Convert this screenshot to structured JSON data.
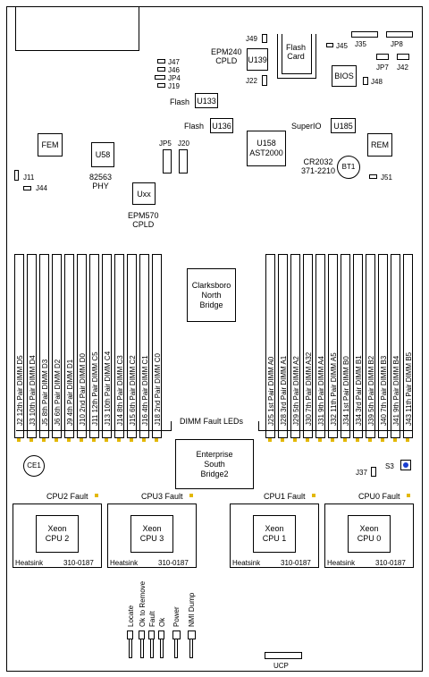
{
  "board": {
    "labels": {
      "j49": "J49",
      "flash_card": "Flash\nCard",
      "j45": "J45",
      "j35": "J35",
      "jp8": "JP8",
      "epm240": "EPM240\nCPLD",
      "u139": "U139",
      "jp7": "JP7",
      "j42": "J42",
      "j47": "J47",
      "j46": "J46",
      "jp4": "JP4",
      "j19": "J19",
      "j22": "J22",
      "bios": "BIOS",
      "j48": "J48",
      "flash1": "Flash",
      "u133": "U133",
      "flash2": "Flash",
      "u136": "U136",
      "superio": "SuperIO",
      "u185": "U185",
      "fem": "FEM",
      "u58": "U58",
      "phy": "82563\nPHY",
      "jp5": "JP5",
      "j20": "J20",
      "u158": "U158\nAST2000",
      "rem": "REM",
      "cr2032": "CR2032\n371-2210",
      "bt1": "BT1",
      "j51": "J51",
      "j11": "J11",
      "j44": "J44",
      "uxx": "Uxx",
      "epm570": "EPM570\nCPLD",
      "north_bridge": "Clarksboro\nNorth\nBridge",
      "dimm_fault_leds": "DIMM Fault LEDs",
      "south_bridge": "Enterprise\nSouth\nBridge2",
      "ce1": "CE1",
      "j37": "J37",
      "s3": "S3",
      "ucp": "UCP"
    },
    "dimms_left": [
      "J2  12th Pair  DIMM D5",
      "J3  10th Pair  DIMM D4",
      "J5  8th Pair  DIMM D3",
      "J6  6th Pair  DIMM D2",
      "J9  4th Pair  DIMM D1",
      "J10  2nd Pair  DIMM D0",
      "J11  12th Pair  DIMM C5",
      "J13  10th Pair  DIMM C4",
      "J14  8th Pair  DIMM C3",
      "J15  6th Pair  DIMM C2",
      "J16  4th Pair  DIMM C1",
      "J18  2nd Pair  DIMM C0"
    ],
    "dimms_right": [
      "J25  1st Pair  DIMM A0",
      "J28  3rd Pair  DIMM A1",
      "J29  5th Pair  DIMM A2",
      "J30  7th Pair  DIMM A32",
      "J31  9th Pair  DIMM A4",
      "J32  11th Pair  DIMM A5",
      "J34  1st Pair  DIMM B0",
      "J34  3rd Pair  DIMM B1",
      "J39  5th Pair  DIMM B2",
      "J40  7th Pair  DIMM B3",
      "J41  9th Pair  DIMM B4",
      "J43  11th Pair  DIMM B5"
    ],
    "cpus": [
      {
        "fault": "CPU2  Fault",
        "name": "Xeon\nCPU 2",
        "heatsink": "Heatsink",
        "part": "310-0187"
      },
      {
        "fault": "CPU3  Fault",
        "name": "Xeon\nCPU 3",
        "heatsink": "Heatsink",
        "part": "310-0187"
      },
      {
        "fault": "CPU1  Fault",
        "name": "Xeon\nCPU 1",
        "heatsink": "Heatsink",
        "part": "310-0187"
      },
      {
        "fault": "CPU0  Fault",
        "name": "Xeon\nCPU 0",
        "heatsink": "Heatsink",
        "part": "310-0187"
      }
    ],
    "front_leds": [
      "Locate",
      "Ok to Remove",
      "Fault",
      "Ok",
      "Power",
      "NMI Dump"
    ],
    "colors": {
      "led": "#e3b800",
      "s3_button": "#1a3fd1"
    }
  }
}
